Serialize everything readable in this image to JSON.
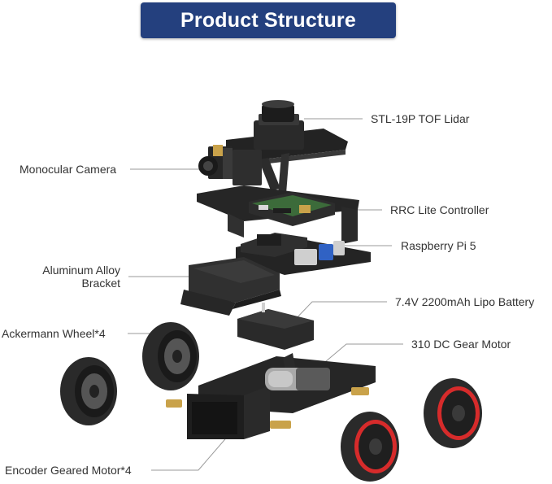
{
  "header": {
    "title": "Product Structure"
  },
  "colors": {
    "banner": "#24407e",
    "metal": "#2b2b2b",
    "tire": "#2a2a2a",
    "rim_red": "#d62b2b",
    "brass": "#c9a24a",
    "pcb_green": "#2e7d32"
  },
  "labels": {
    "lidar": "STL-19P TOF Lidar",
    "camera": "Monocular Camera",
    "controller": "RRC Lite Controller",
    "raspberry": "Raspberry Pi 5",
    "bracket_line1": "Aluminum Alloy",
    "bracket_line2": "Bracket",
    "battery": "7.4V 2200mAh Lipo Battery",
    "wheel": "Ackermann Wheel*4",
    "gear_motor": "310 DC Gear Motor",
    "encoder_motor": "Encoder Geared Motor*4"
  }
}
